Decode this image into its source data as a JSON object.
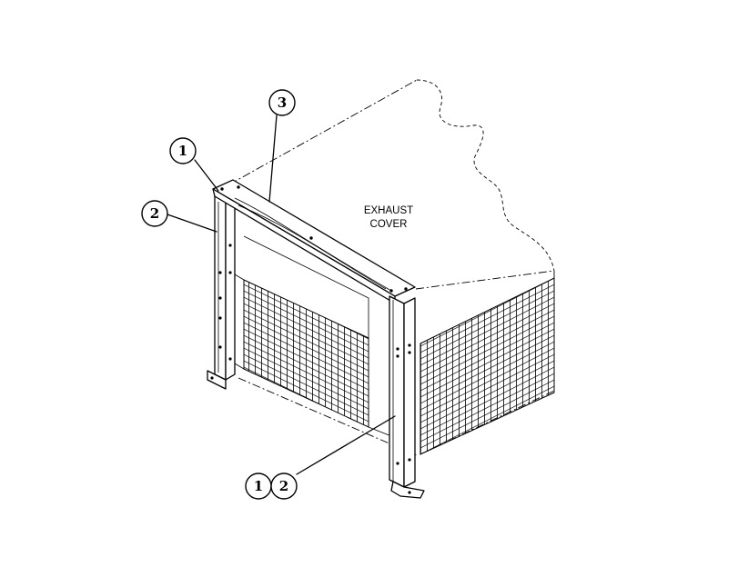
{
  "unit_label": {
    "line1": "EXHAUST",
    "line2": "COVER"
  },
  "callouts": {
    "top_left": "1",
    "left": "2",
    "top_rail": "3",
    "bottom_a": "1",
    "bottom_b": "2"
  }
}
